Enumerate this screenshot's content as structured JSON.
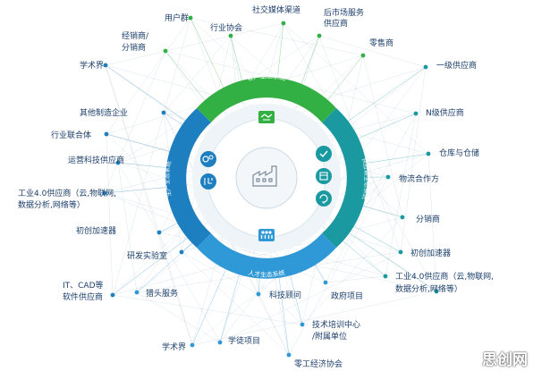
{
  "colors": {
    "green": "#33b044",
    "blue": "#1e7fc0",
    "teal": "#1a9aa0",
    "lightblue": "#2f98d6",
    "label": "#1c3f6b"
  },
  "center": {
    "icon": "factory-icon"
  },
  "ring": {
    "customer": {
      "label": "客户生态系统",
      "icon": "handshake-icon"
    },
    "supply": {
      "label": "供应链生态系统",
      "icons": [
        "check-icon",
        "box-icon",
        "cycle-icon"
      ]
    },
    "production": {
      "label": "生产生态系统",
      "icons": [
        "gears-icon",
        "circuit-icon"
      ]
    },
    "talent": {
      "label": "人才生态系统",
      "icon": "people-icon"
    }
  },
  "labels": {
    "l01": "用户群",
    "l02": "社交媒体渠道",
    "l03": "后市场服务",
    "l03b": "供应商",
    "l04": "行业协会",
    "l05": "经销商/",
    "l05b": "分销商",
    "l06": "零售商",
    "l07": "学术界",
    "l08": "一级供应商",
    "l09": "其他制造企业",
    "l10": "N级供应商",
    "l11": "行业联合体",
    "l12": "仓库与仓储",
    "l13": "运营科技供应商",
    "l14": "物流合作方",
    "l15": "工业4.0供应商（云,物联网,",
    "l15b": "数据分析,网络等）",
    "l16": "分销商",
    "l17": "初创加速器",
    "l18": "初创加速器",
    "l19": "研发实验室",
    "l20": "工业4.0供应商（云,物联网,",
    "l20b": "数据分析,网络等）",
    "l21": "IT、CAD等",
    "l21b": "软件供应商",
    "l22": "猎头服务",
    "l23": "科技顾问",
    "l24": "政府项目",
    "l25": "技术培训中心",
    "l25b": "/附属单位",
    "l26": "学术界",
    "l27": "学徒项目",
    "l28": "零工经济协会"
  },
  "watermark": "思创网"
}
